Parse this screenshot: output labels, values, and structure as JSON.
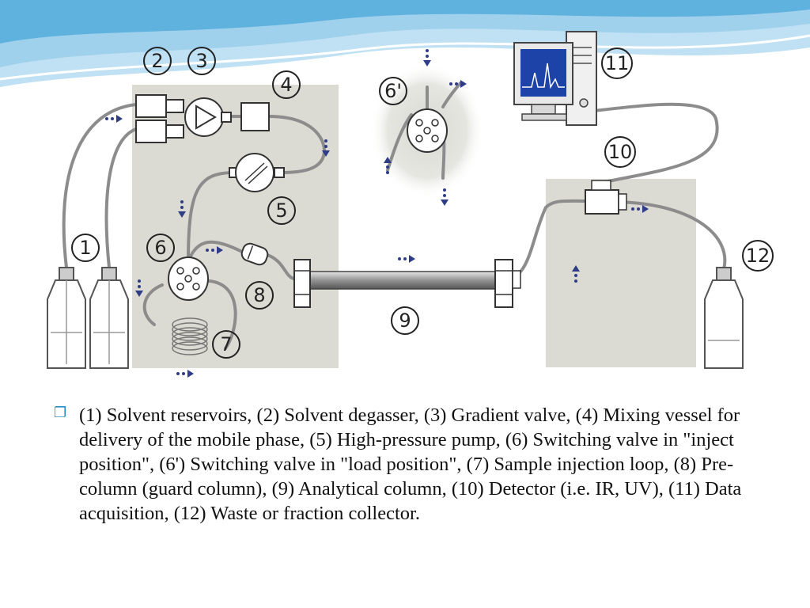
{
  "colors": {
    "background": "#ffffff",
    "panel": "#dcdbd3",
    "tube": "#8c8c8c",
    "arrow": "#2f3d86",
    "wave_light": "#bfe1f3",
    "wave_dark": "#5fb1de",
    "bullet": "#2b8bc4"
  },
  "labels": {
    "l1": "1",
    "l2": "2",
    "l3": "3",
    "l4": "4",
    "l5": "5",
    "l6": "6",
    "l6p": "6'",
    "l7": "7",
    "l8": "8",
    "l9": "9",
    "l10": "10",
    "l11": "11",
    "l12": "12"
  },
  "caption": {
    "bullet_icon": "bullet-icon",
    "text": "(1) Solvent reservoirs, (2) Solvent degasser, (3) Gradient valve, (4) Mixing vessel for delivery of the mobile phase, (5) High-pressure pump, (6) Switching valve in \"inject position\", (6') Switching valve in \"load position\", (7) Sample injection loop, (8) Pre-column (guard column), (9) Analytical column, (10) Detector (i.e. IR, UV), (11) Data acquisition, (12) Waste or fraction collector."
  }
}
